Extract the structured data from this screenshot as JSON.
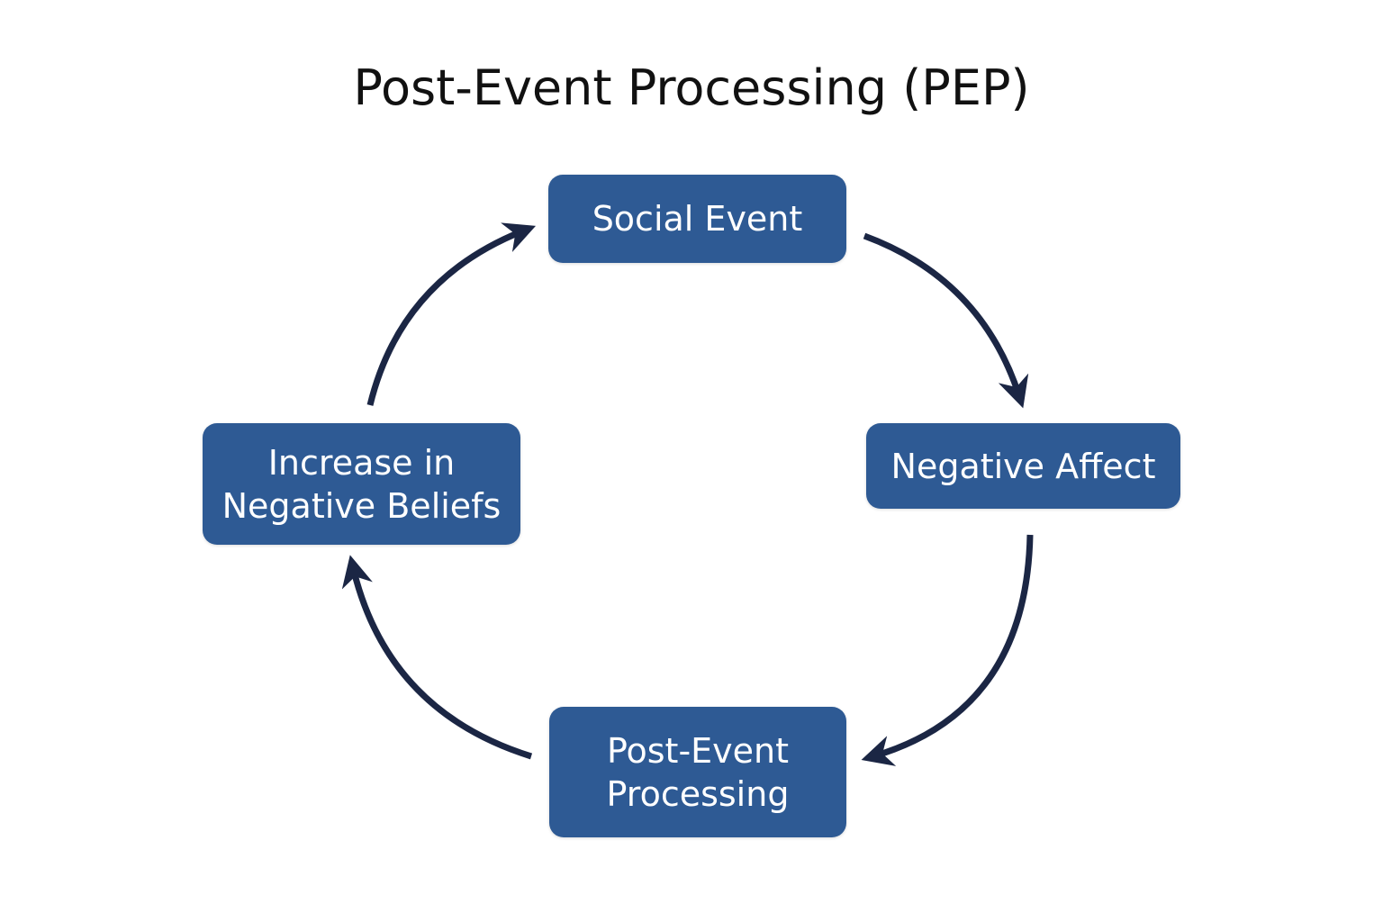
{
  "title": "Post-Event Processing (PEP)",
  "nodes": [
    {
      "id": "social-event",
      "label": "Social Event"
    },
    {
      "id": "negative-affect",
      "label": "Negative Affect"
    },
    {
      "id": "post-event-processing",
      "label": "Post-Event\nProcessing"
    },
    {
      "id": "increase-negative-beliefs",
      "label": "Increase in\nNegative Beliefs"
    }
  ],
  "edges": [
    {
      "from": "social-event",
      "to": "negative-affect"
    },
    {
      "from": "negative-affect",
      "to": "post-event-processing"
    },
    {
      "from": "post-event-processing",
      "to": "increase-negative-beliefs"
    },
    {
      "from": "increase-negative-beliefs",
      "to": "social-event"
    }
  ],
  "colors": {
    "node_fill": "#2e5a94",
    "node_text": "#ffffff",
    "arrow": "#1b2644",
    "title": "#111111"
  }
}
